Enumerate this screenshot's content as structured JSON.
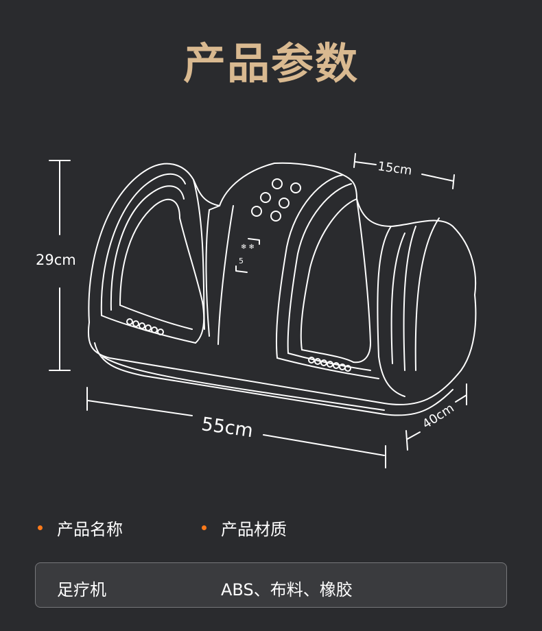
{
  "title": "产品参数",
  "dimensions": {
    "height": "29cm",
    "depth_top": "15cm",
    "width": "55cm",
    "depth": "40cm"
  },
  "specs": {
    "name_label": "产品名称",
    "material_label": "产品材质",
    "name_value": "足疗机",
    "material_value": "ABS、布料、橡胶"
  },
  "colors": {
    "background": "#2a2b2e",
    "title": "#d9b990",
    "bullet": "#ff7a1a",
    "line": "#ffffff"
  }
}
